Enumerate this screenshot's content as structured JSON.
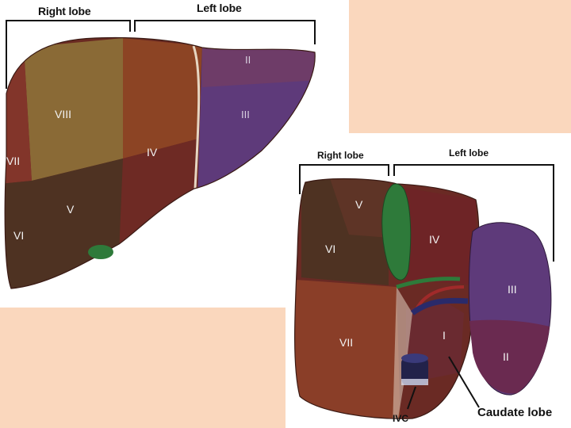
{
  "colors": {
    "background_panel": "#fad7bd",
    "right_lobe": "#7a3a28",
    "left_lobe": "#5a3a78",
    "gallbladder": "#2e7a3a"
  },
  "anterior_view": {
    "headers": {
      "right_lobe": "Right lobe",
      "left_lobe": "Left lobe"
    },
    "segments": {
      "II": "II",
      "III": "III",
      "IV": "IV",
      "V": "V",
      "VI": "VI",
      "VII": "VII",
      "VIII": "VIII"
    }
  },
  "inferior_view": {
    "headers": {
      "right_lobe": "Right lobe",
      "left_lobe": "Left lobe"
    },
    "segments": {
      "V": "V",
      "IV": "IV",
      "VI": "VI",
      "III": "III",
      "VII": "VII",
      "I": "I",
      "II": "II"
    },
    "callouts": {
      "caudate": "Caudate lobe",
      "ivc": "IVC"
    }
  }
}
